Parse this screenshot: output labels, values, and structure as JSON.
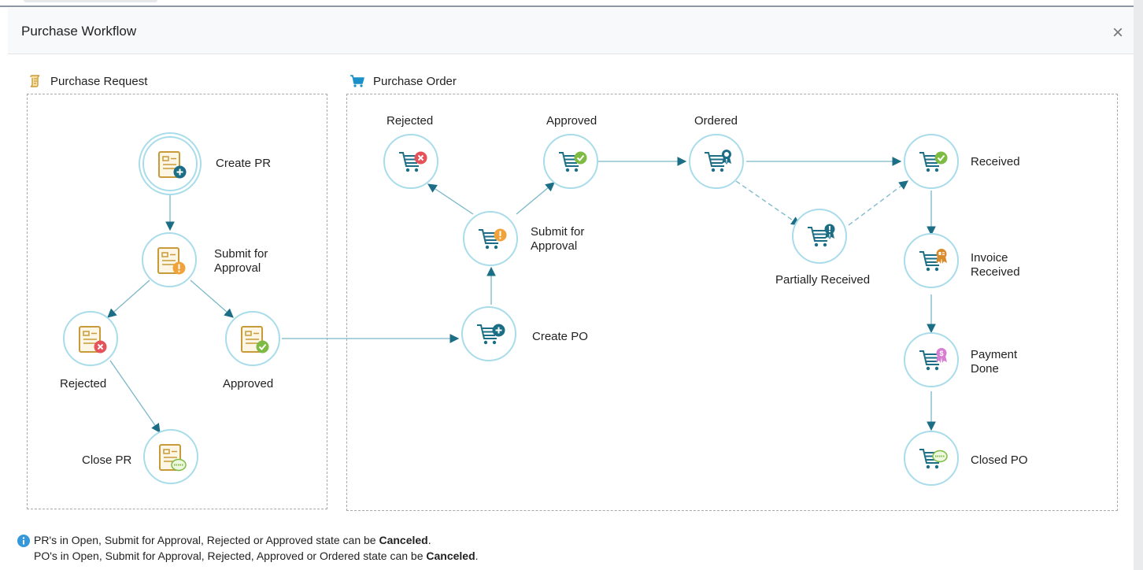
{
  "dialog": {
    "title": "Purchase Workflow",
    "close_symbol": "×"
  },
  "colors": {
    "node_ring": "#a9dcea",
    "connector": "#7ab7c9",
    "arrow": "#1b6e86",
    "doc_icon": "#c89a3a",
    "cart_icon": "#1b6e86",
    "badge_create": "#1b6e86",
    "badge_submit": "#f0a33a",
    "badge_approved": "#7dbb42",
    "badge_rejected": "#e5525a",
    "badge_invoice": "#d98a2b",
    "badge_payment": "#d77ed3",
    "info": "#3498db"
  },
  "purchase_request": {
    "heading": "Purchase Request",
    "icon": "scroll-icon",
    "nodes": {
      "create": {
        "label": "Create PR",
        "badge": "plus-icon"
      },
      "submit": {
        "label_line1": "Submit for",
        "label_line2": "Approval",
        "badge": "exclamation-icon"
      },
      "rejected": {
        "label": "Rejected",
        "badge": "x-icon"
      },
      "approved": {
        "label": "Approved",
        "badge": "check-icon"
      },
      "close": {
        "label": "Close PR",
        "badge": "invoice-stamp-icon"
      }
    }
  },
  "purchase_order": {
    "heading": "Purchase Order",
    "icon": "cart-icon",
    "nodes": {
      "rejected": {
        "label": "Rejected",
        "badge": "x-icon"
      },
      "approved": {
        "label": "Approved",
        "badge": "check-icon"
      },
      "ordered": {
        "label": "Ordered",
        "badge": "award-icon"
      },
      "received": {
        "label": "Received",
        "badge": "check-icon"
      },
      "submit": {
        "label_line1": "Submit for",
        "label_line2": "Approval",
        "badge": "exclamation-icon"
      },
      "partial": {
        "label": "Partially Received",
        "badge": "award-exclamation-icon"
      },
      "create": {
        "label": "Create PO",
        "badge": "plus-icon"
      },
      "invoice": {
        "label_line1": "Invoice",
        "label_line2": "Received",
        "badge": "ribbon-icon"
      },
      "payment": {
        "label_line1": "Payment",
        "label_line2": "Done",
        "badge": "dollar-icon"
      },
      "closed": {
        "label": "Closed PO",
        "badge": "invoice-stamp-icon"
      }
    }
  },
  "info": {
    "icon": "info-icon",
    "pr_text": "PR's in Open, Submit for Approval, Rejected or Approved state can be",
    "po_text": "PO's in Open, Submit for Approval, Rejected, Approved or Ordered state can be",
    "emphasis": "Canceled",
    "period": "."
  }
}
